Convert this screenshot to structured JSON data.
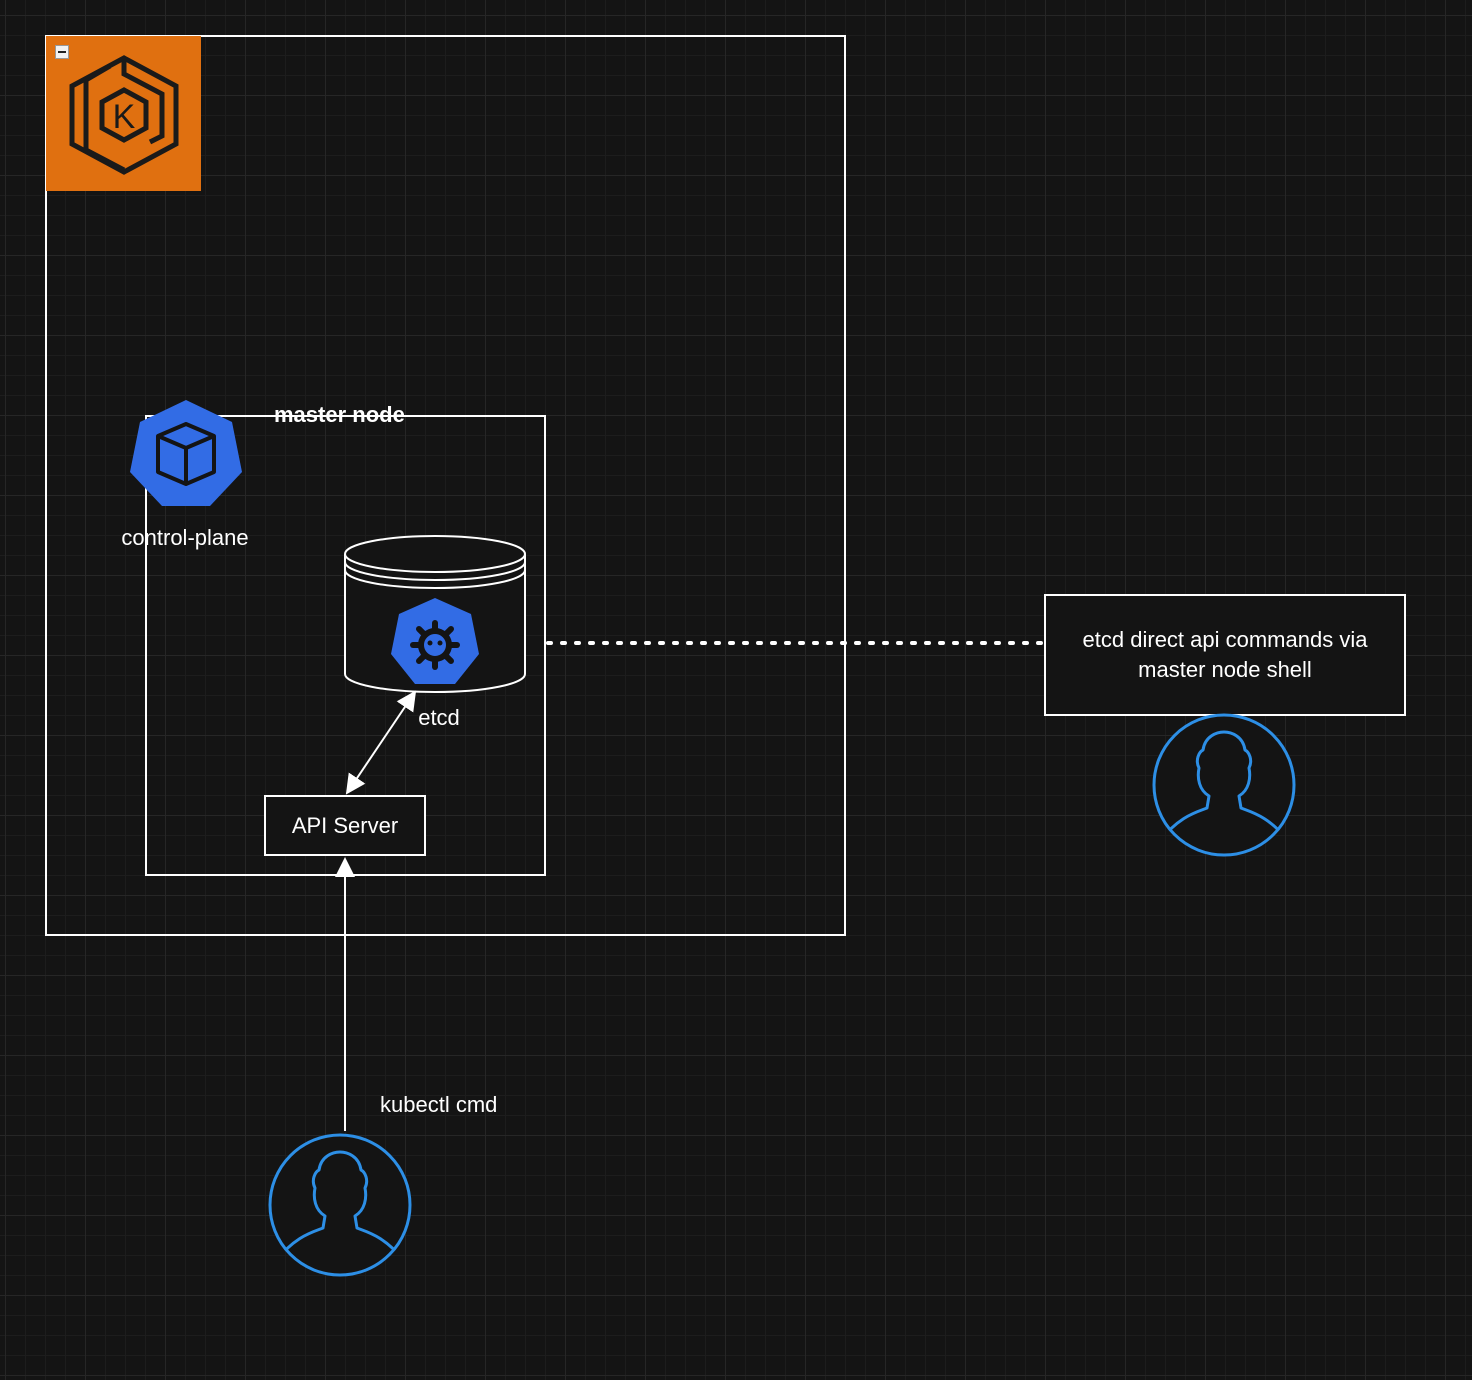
{
  "nodes": {
    "master_node": {
      "label": "master node"
    },
    "control_plane": {
      "label": "control-plane"
    },
    "etcd": {
      "label": "etcd"
    },
    "api_server": {
      "label": "API Server"
    },
    "etcd_note": {
      "label": "etcd direct api commands via master node shell"
    },
    "kubectl": {
      "label": "kubectl cmd"
    }
  },
  "icons": {
    "cluster": "amazon-eks-icon",
    "control_plane": "kubernetes-control-plane-icon",
    "etcd": "etcd-database-icon",
    "user_right": "user-icon",
    "user_bottom": "user-icon",
    "collapse": "collapse-icon"
  },
  "edges": [
    {
      "from": "api_server",
      "to": "etcd",
      "style": "solid",
      "arrows": "both"
    },
    {
      "from": "kubectl-user",
      "to": "api_server",
      "style": "solid",
      "arrows": "end"
    },
    {
      "from": "etcd",
      "to": "etcd_note",
      "style": "dotted",
      "arrows": "none"
    }
  ],
  "colors": {
    "background": "#141414",
    "stroke": "#ffffff",
    "eks_orange": "#e07010",
    "k8s_blue": "#326ce5",
    "user_blue": "#2d8fe6"
  }
}
